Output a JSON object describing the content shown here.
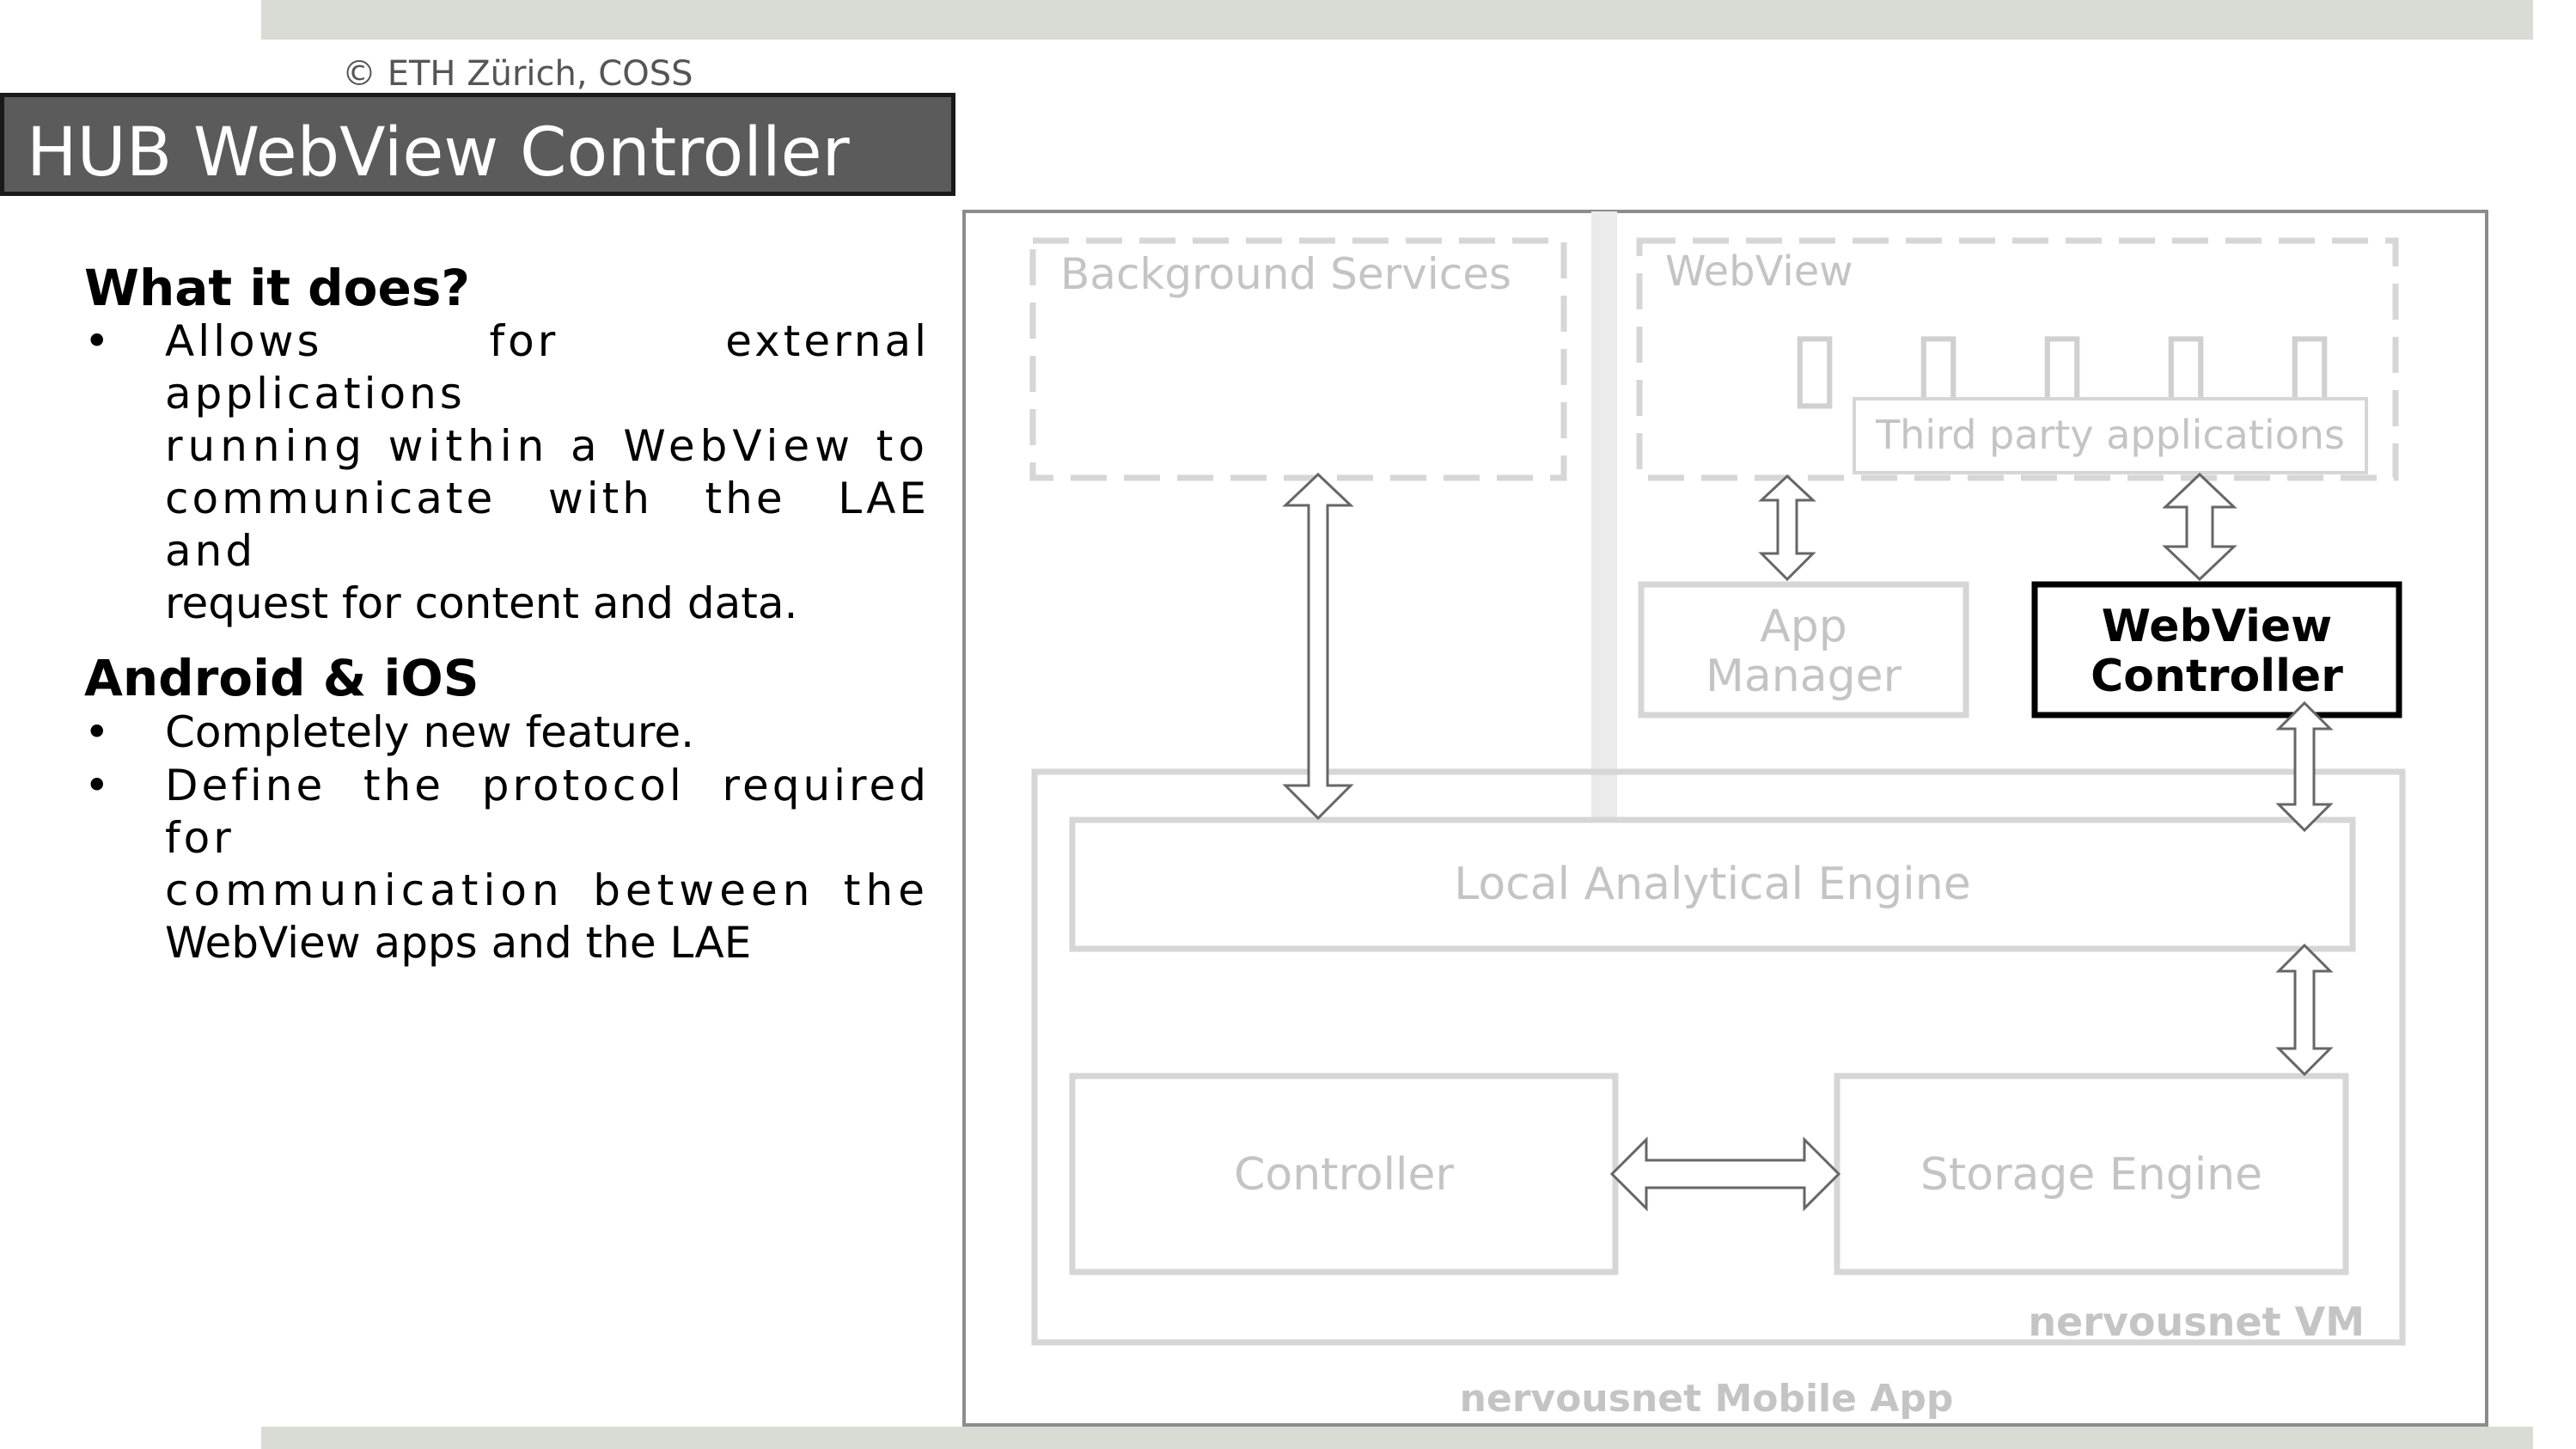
{
  "copyright": "© ETH Zürich, COSS",
  "title": "HUB WebView Controller",
  "section1": {
    "heading": "What it does?",
    "bullet": "•",
    "line1": "Allows for external applications",
    "line2": "running within a WebView to",
    "line3": "communicate with the LAE and",
    "line4": "request for content and data."
  },
  "section2": {
    "heading": "Android & iOS",
    "bullet": "•",
    "item1": "Completely new feature.",
    "item2_line1": "Define the protocol required for",
    "item2_line2": "communication between the",
    "item2_line3": "WebView apps and the LAE"
  },
  "diagram": {
    "background_services": "Background Services",
    "webview": "WebView",
    "third_party": "Third party applications",
    "app_glyph": "▯",
    "app_manager_line1": "App",
    "app_manager_line2": "Manager",
    "webview_controller_line1": "WebView",
    "webview_controller_line2": "Controller",
    "local_analytical_engine": "Local Analytical Engine",
    "controller": "Controller",
    "storage_engine": "Storage Engine",
    "nervousnet_vm": "nervousnet VM",
    "mobile_app": "nervousnet Mobile App"
  },
  "colors": {
    "title_bg": "#5b5b5b",
    "band": "#d9dbd5",
    "muted_box": "#d6d6d6",
    "muted_text": "#c4c4c4",
    "highlight": "#000000"
  }
}
